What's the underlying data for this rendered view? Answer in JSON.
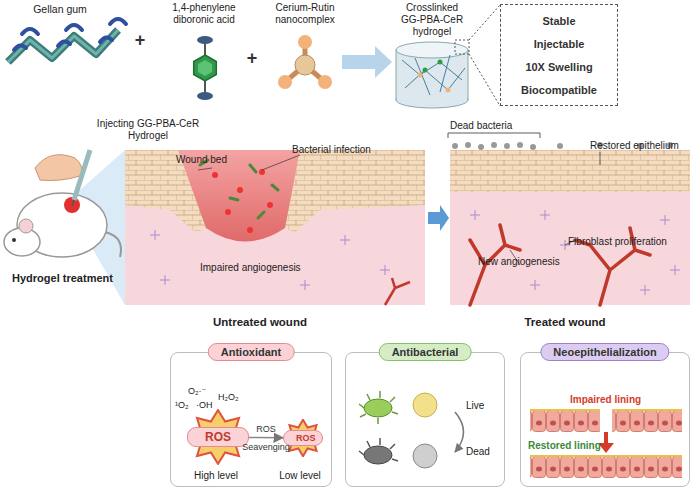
{
  "diagram": {
    "nodes": [
      {
        "text": [
          "Stable",
          "Injectable",
          "10X Swelling",
          "Biocompatible"
        ]
      },
      {
        "text": [
          "Antioxidant"
        ]
      },
      {
        "text": [
          "ROS"
        ],
        "in": 1
      },
      {
        "text": [
          "ROS"
        ],
        "in": 1
      },
      {
        "text": [
          "Antibacterial"
        ]
      },
      {
        "text": [
          "Neoepithelialization"
        ]
      }
    ],
    "edges": [
      {
        "from": 2,
        "to": 3,
        "arrow": "to",
        "label": "ROS Seavenging"
      }
    ],
    "labels": [
      "Gellan gum",
      "+",
      "1,4-phenylene diboronic acid",
      "+",
      "Cerium-Rutin nanocomplex",
      "Crosslinked GG-PBA-CeR hydrogel",
      "Injecting GG-PBA-CeR Hydrogel",
      "Hydrogel treatment",
      "Wound bed",
      "Bacterial infection",
      "Impaired angiogenesis",
      "Untreated wound",
      "Dead bacteria",
      "Restored epithelium",
      "Fibroblast proliferation",
      "New angiogenesis",
      "Treated wound",
      "O₂·⁻",
      "·OH",
      "¹O₂",
      "H₂O₂",
      "High level",
      "Low level",
      "Live",
      "Dead",
      "Impaired lining",
      "Restored lining"
    ]
  }
}
